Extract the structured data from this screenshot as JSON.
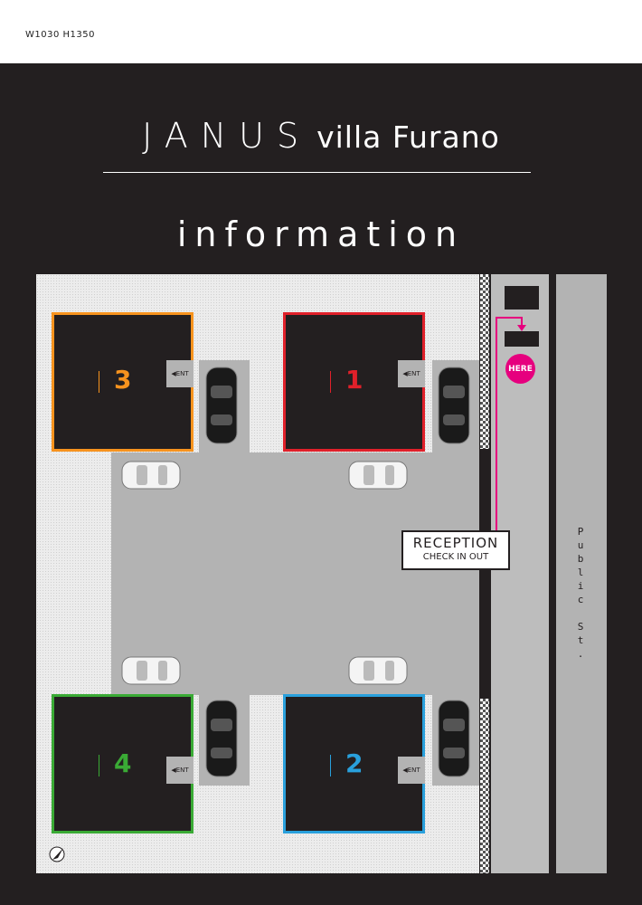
{
  "size_label": "W1030  H1350",
  "brand_name": "JANUS",
  "brand_suffix": "villa Furano",
  "subtitle": "information",
  "lots": [
    {
      "number": "3",
      "color": "#f7931e"
    },
    {
      "number": "1",
      "color": "#e0202a"
    },
    {
      "number": "4",
      "color": "#3aaa35"
    },
    {
      "number": "2",
      "color": "#29a0dc"
    }
  ],
  "entrance_label": "ENT",
  "reception": {
    "title": "RECEPTION",
    "subtitle": "CHECK IN OUT"
  },
  "here_badge": {
    "label": "HERE",
    "color": "#e6007e"
  },
  "street_label": "Public St.",
  "icons": {
    "compass": "compass-arrow-icon",
    "entrance": "arrow-left-icon",
    "car": "car-icon"
  }
}
